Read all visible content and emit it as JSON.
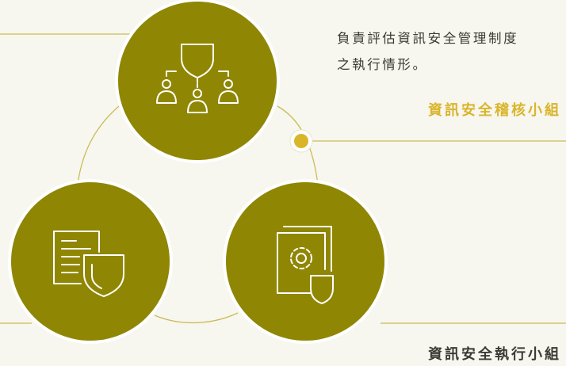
{
  "audit_group": {
    "title": "資訊安全稽核小組",
    "description_line1": "負責評估資訊安全管理制度",
    "description_line2": "之執行情形。"
  },
  "exec_group": {
    "title": "資訊安全執行小組"
  },
  "icons": {
    "top": "organization-shield-icon",
    "left": "document-shield-icon",
    "right": "gear-document-shield-icon"
  },
  "colors": {
    "background": "#f7f6ef",
    "circle": "#8f8603",
    "accent": "#d9b52a",
    "line": "#c9bd56",
    "text": "#3b3b36"
  }
}
